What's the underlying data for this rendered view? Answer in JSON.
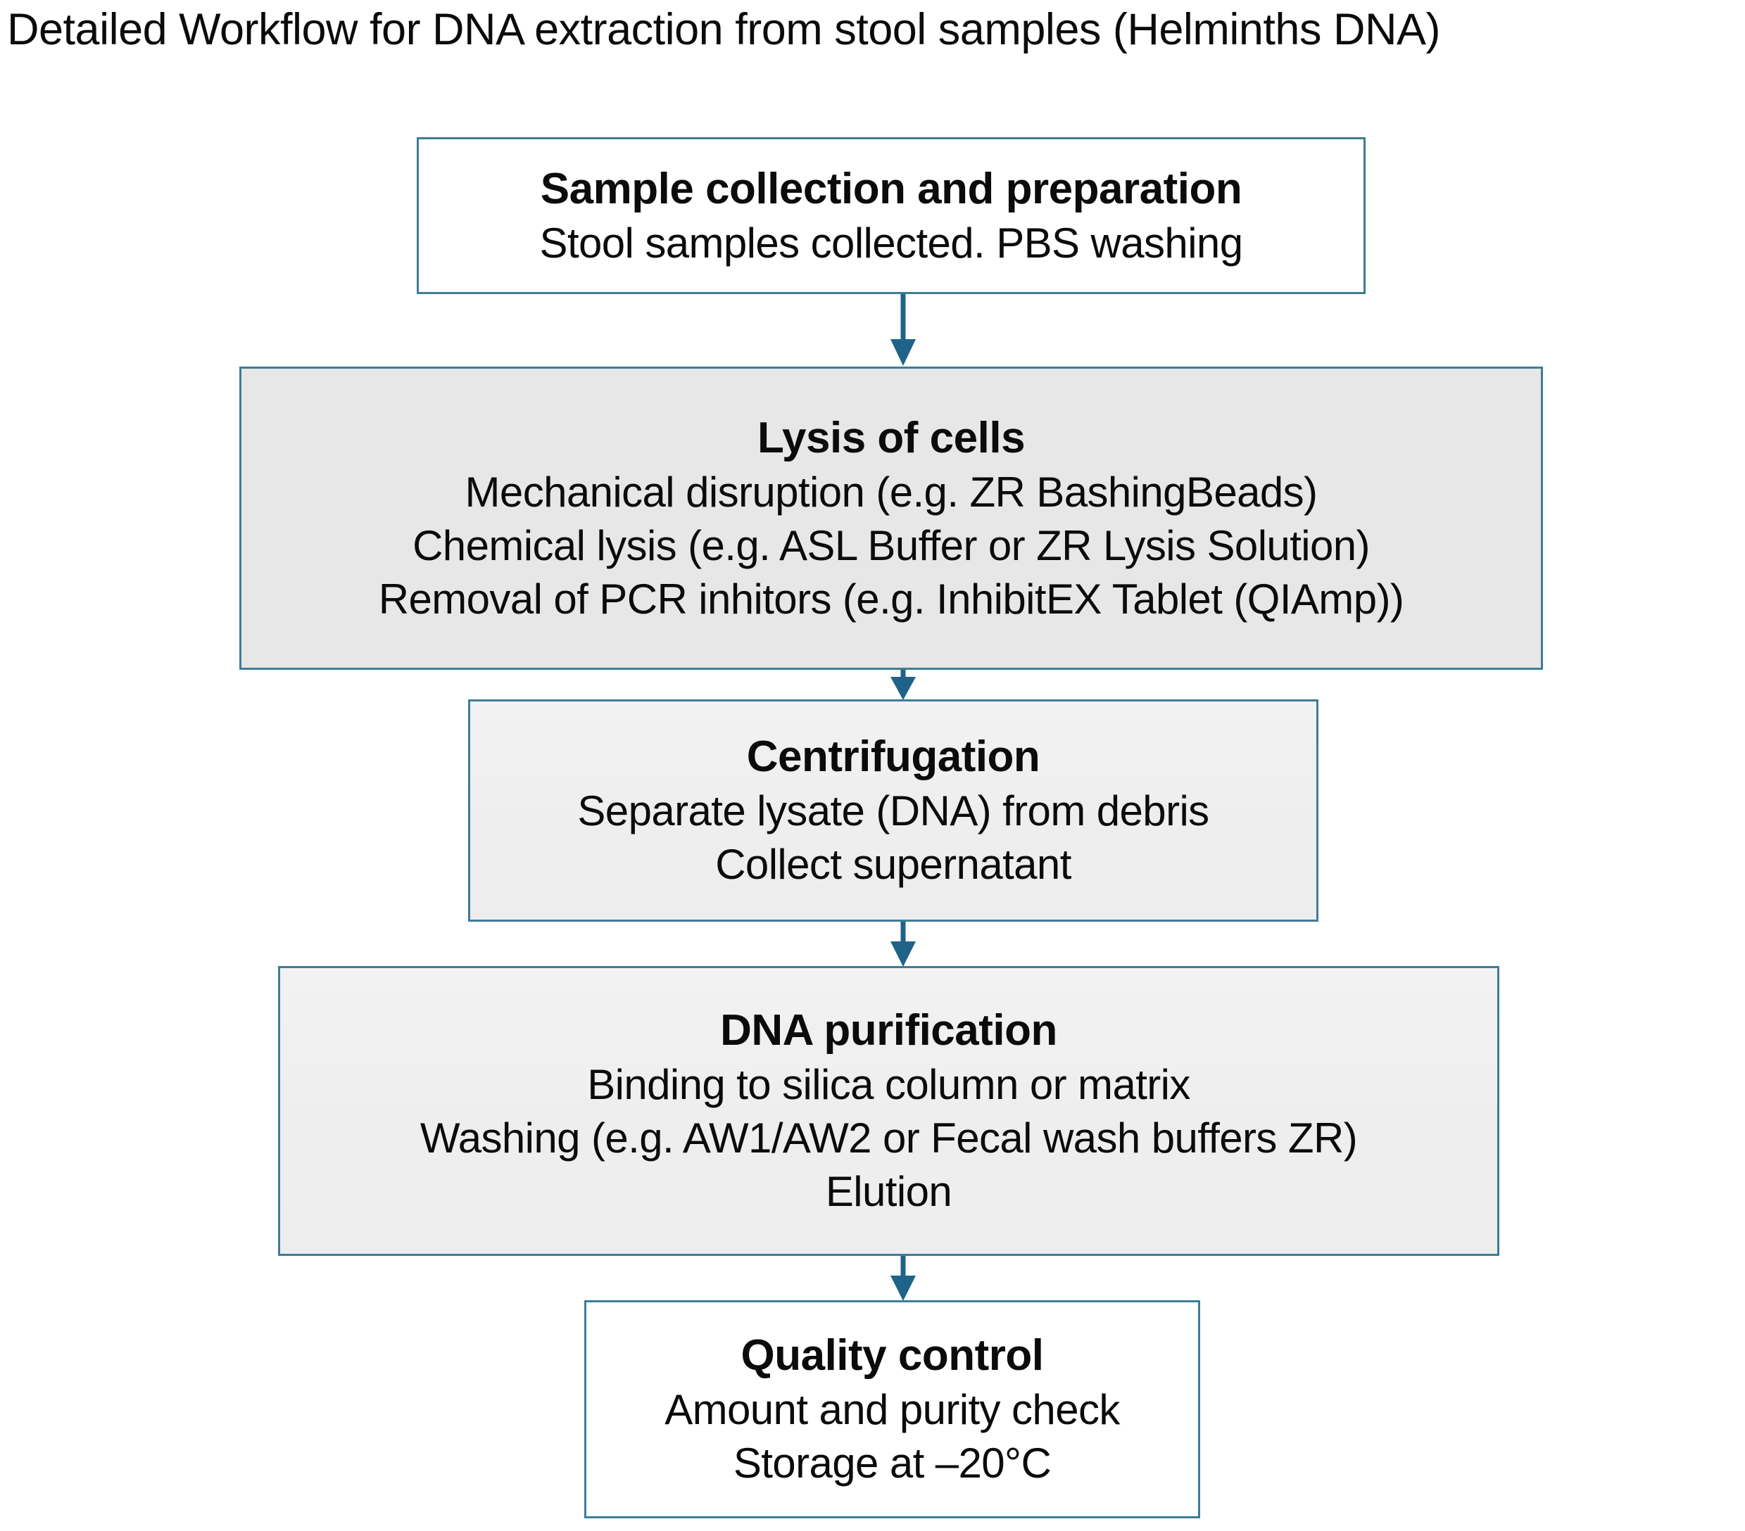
{
  "figure": {
    "title": "Detailed Workflow for DNA extraction from stool samples (Helminths DNA)"
  },
  "colors": {
    "box_border": "#3f7c97",
    "arrow": "#1f6389",
    "box_fill_gray": "#e7e7e7",
    "box_fill_light": "#f0f0f0",
    "box_fill_white": "#ffffff",
    "text": "#0b0b0b",
    "page_background": "#ffffff"
  },
  "steps": [
    {
      "id": "sample-collection",
      "title": "Sample collection and preparation",
      "lines": [
        "Stool samples collected. PBS washing"
      ],
      "fill": "white"
    },
    {
      "id": "lysis-of-cells",
      "title": "Lysis of cells",
      "lines": [
        "Mechanical disruption (e.g. ZR BashingBeads)",
        "Chemical lysis (e.g. ASL Buffer or ZR Lysis Solution)",
        "Removal of PCR inhitors (e.g. InhibitEX Tablet (QIAmp))"
      ],
      "fill": "gray"
    },
    {
      "id": "centrifugation",
      "title": "Centrifugation",
      "lines": [
        "Separate lysate (DNA) from debris",
        "Collect supernatant"
      ],
      "fill": "lightgray"
    },
    {
      "id": "dna-purification",
      "title": "DNA purification",
      "lines": [
        "Binding to silica column or matrix",
        "Washing (e.g. AW1/AW2 or Fecal wash buffers ZR)",
        "Elution"
      ],
      "fill": "lightgray"
    },
    {
      "id": "quality-control",
      "title": "Quality control",
      "lines": [
        "Amount and purity check",
        "Storage at –20°C"
      ],
      "fill": "white"
    }
  ],
  "connectors": [
    {
      "id": "arrow-sample-to-lysis",
      "from": "sample-collection",
      "to": "lysis-of-cells"
    },
    {
      "id": "arrow-lysis-to-centrifugation",
      "from": "lysis-of-cells",
      "to": "centrifugation"
    },
    {
      "id": "arrow-centrifugation-to-purification",
      "from": "centrifugation",
      "to": "dna-purification"
    },
    {
      "id": "arrow-purification-to-quality",
      "from": "dna-purification",
      "to": "quality-control"
    }
  ]
}
